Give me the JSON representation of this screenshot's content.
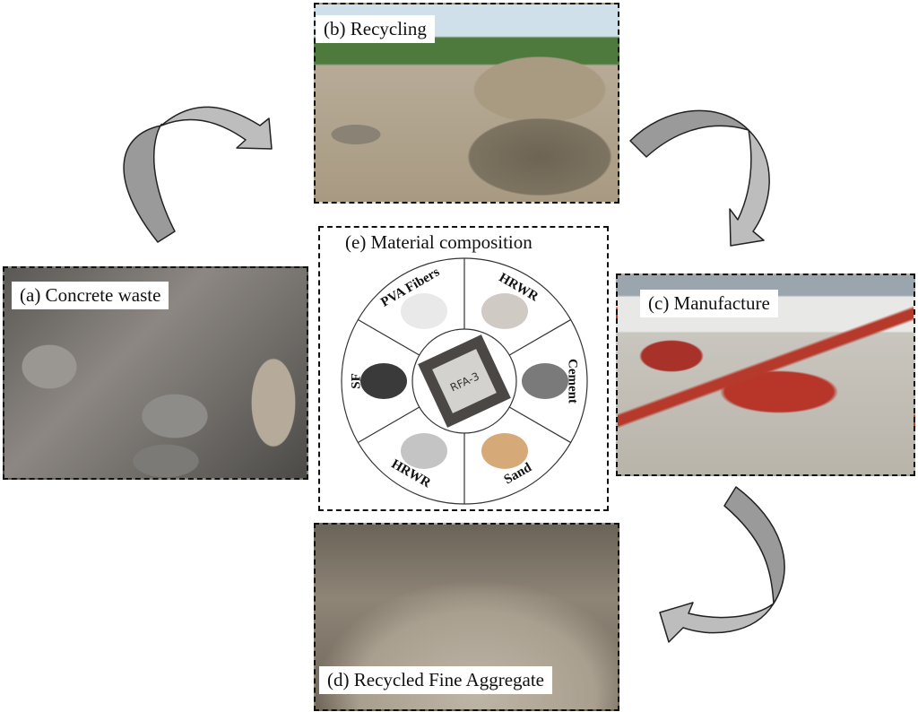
{
  "panels": {
    "a": {
      "label": "(a) Concrete waste"
    },
    "b": {
      "label": "(b) Recycling"
    },
    "c": {
      "label": "(c) Manufacture"
    },
    "d": {
      "label": "(d) Recycled Fine Aggregate"
    },
    "e": {
      "label": "(e) Material composition",
      "center_label": "RFA-3",
      "sectors": [
        "PVA Fibers",
        "HRWR",
        "Cement",
        "Sand",
        "HRWR",
        "SF"
      ]
    }
  },
  "colors": {
    "arrow_fill": "#b5b5b5",
    "arrow_dark": "#8f8f8f",
    "outline": "#111111"
  }
}
